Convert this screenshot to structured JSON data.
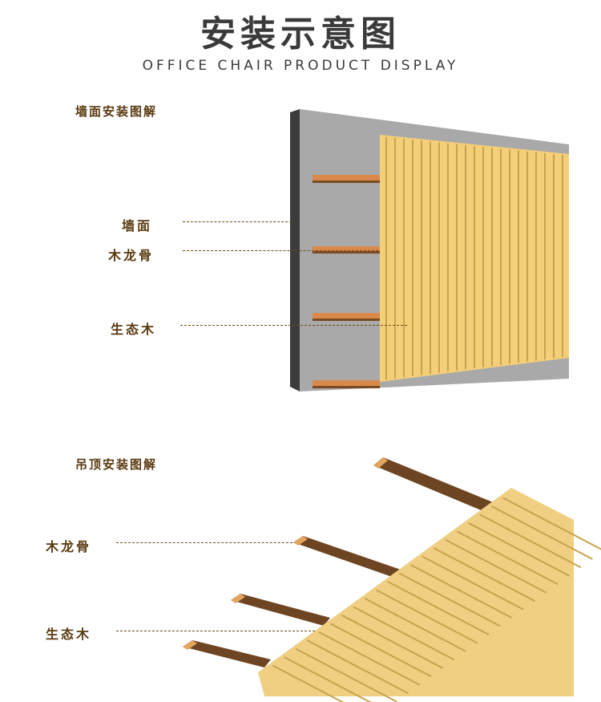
{
  "header": {
    "title": "安装示意图",
    "subtitle": "OFFICE CHAIR PRODUCT DISPLAY"
  },
  "wall_section": {
    "title": "墙面安装图解",
    "labels": {
      "wall": "墙面",
      "keel": "木龙骨",
      "panel": "生态木"
    }
  },
  "ceiling_section": {
    "title": "吊顶安装图解",
    "labels": {
      "keel": "木龙骨",
      "panel": "生态木"
    }
  },
  "colors": {
    "wall_face": "#a9a9a9",
    "wall_side": "#3c3c3c",
    "panel_light": "#f3cf7a",
    "panel_dark": "#c9a24e",
    "keel_top": "#d98a4a",
    "keel_dark": "#7a4a22",
    "label": "#5a3a10"
  }
}
